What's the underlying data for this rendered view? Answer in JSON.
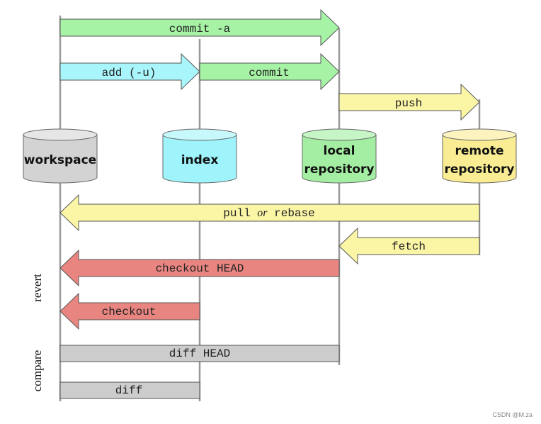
{
  "colors": {
    "green": "#a6f3a6",
    "cyan": "#a8f6fb",
    "yellow": "#fbf5a6",
    "red": "#e88580",
    "gray": "#cccccc",
    "line": "#999999",
    "outline": "#444444"
  },
  "nodes": {
    "workspace": {
      "label": [
        "workspace"
      ],
      "color": "#d3d3d3"
    },
    "index": {
      "label": [
        "index"
      ],
      "color": "#9ff4fb"
    },
    "local": {
      "label": [
        "local",
        "repository"
      ],
      "color": "#a3eea3"
    },
    "remote": {
      "label": [
        "remote",
        "repository"
      ],
      "color": "#f9ec93"
    }
  },
  "arrows": {
    "commit_a": "commit -a",
    "add": "add (-u)",
    "commit": "commit",
    "push": "push",
    "pull_a": "pull",
    "pull_or": "or",
    "pull_b": "rebase",
    "fetch": "fetch",
    "checkout_head": "checkout HEAD",
    "checkout": "checkout",
    "diff_head": "diff HEAD",
    "diff": "diff"
  },
  "side_labels": {
    "revert": "revert",
    "compare": "compare"
  },
  "watermark": "CSDN @M.za"
}
